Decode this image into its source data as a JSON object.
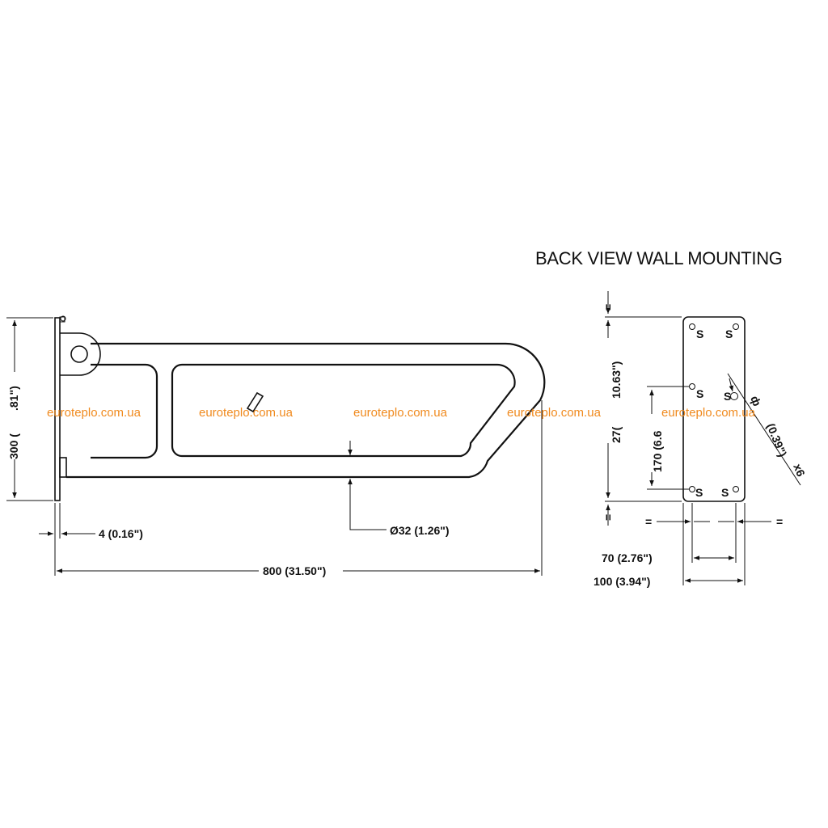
{
  "title": "BACK VIEW WALL MOUNTING",
  "dimensions": {
    "height_total": "300 (",
    "height_total_tail": ".81\")",
    "plate_thickness": "4 (0.16\")",
    "tube_diameter": "Ø32 (1.26\")",
    "length_total": "800 (31.50\")",
    "plate_height": "27(",
    "plate_height_tail": "10.63\")",
    "hole_spacing_vertical": "170 (6.6",
    "hole_diameter": "(0.39\")",
    "hole_count": "x6",
    "hole_spacing_horizontal": "70 (2.76\")",
    "plate_width": "100 (3.94\")",
    "equal_mark": "="
  },
  "screw_mark": "S",
  "watermark": "euroteplo.com.ua",
  "colors": {
    "line": "#111111",
    "watermark": "#f08a1e",
    "background": "#ffffff"
  }
}
